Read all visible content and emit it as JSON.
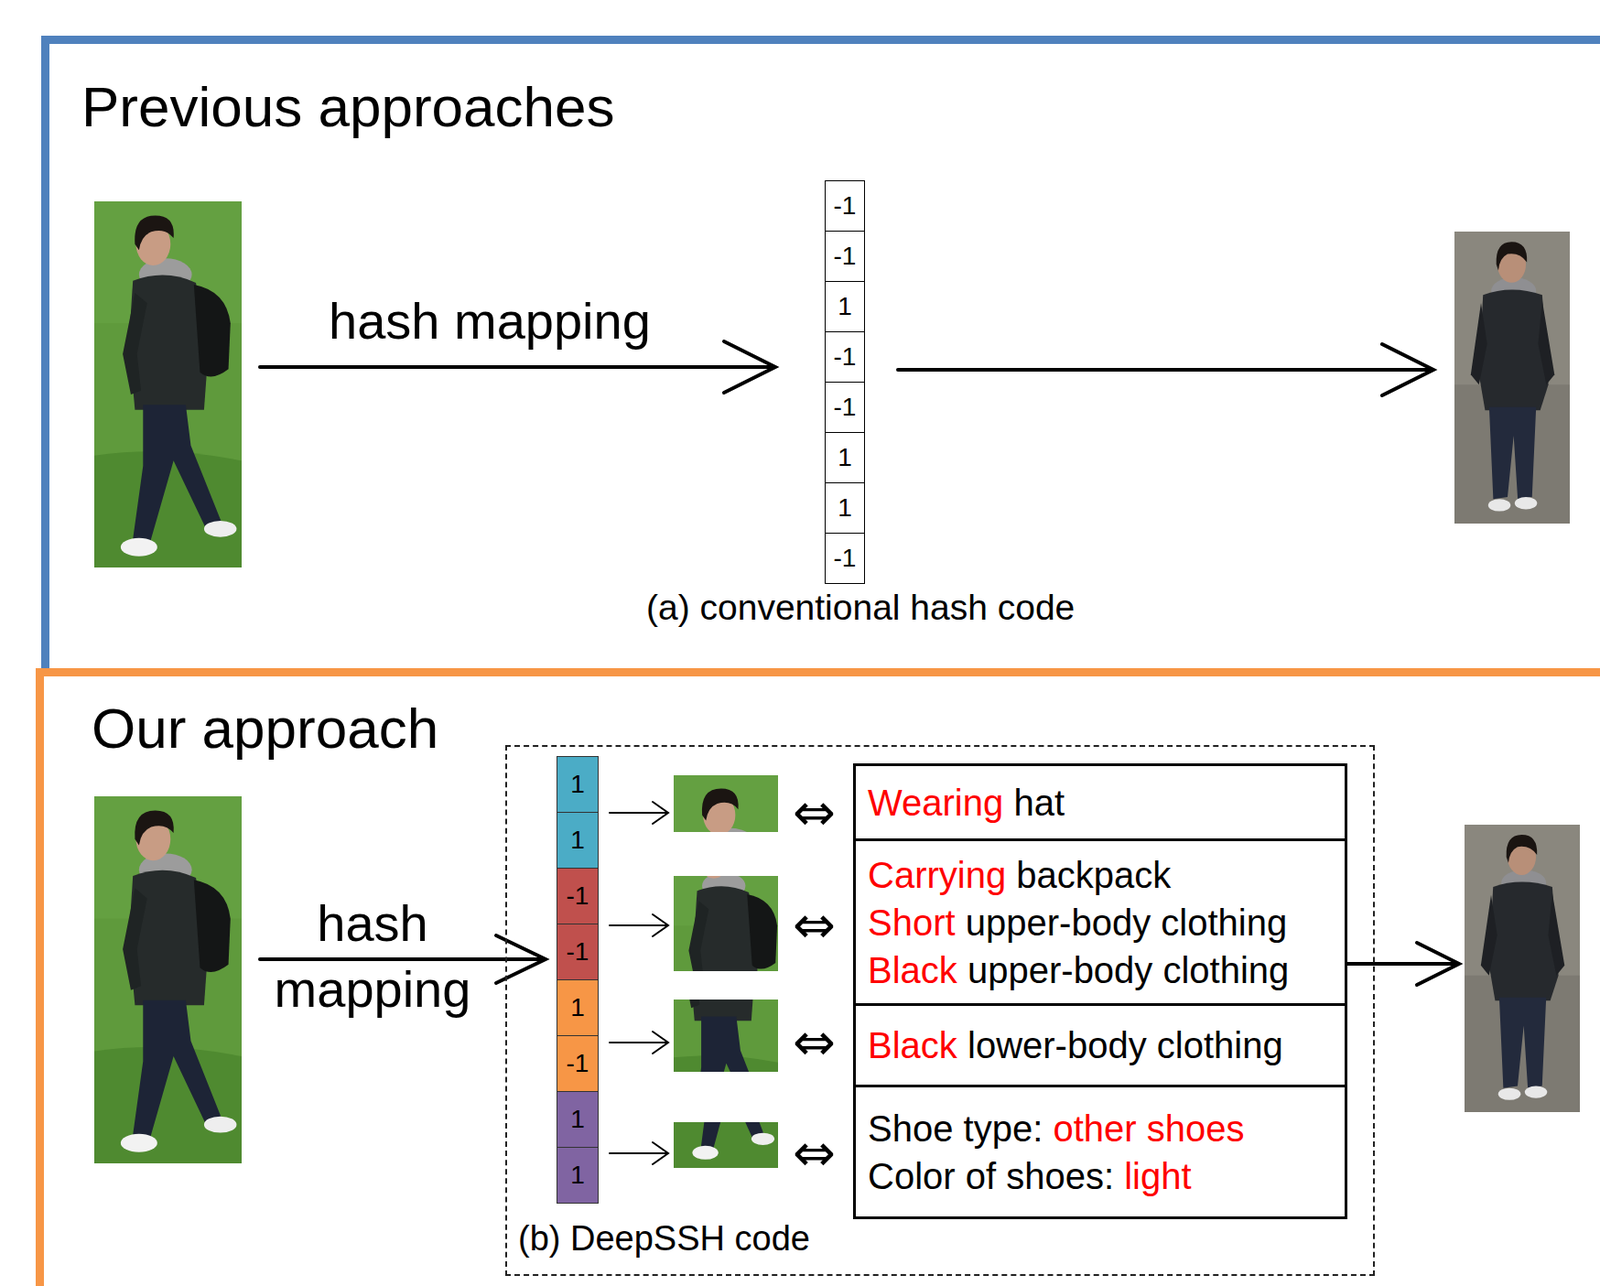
{
  "diagram": {
    "nodes": [
      {
        "text": [
          "Previous approaches"
        ]
      },
      {
        "text": [
          "-1"
        ],
        "in": 0
      },
      {
        "text": [
          "-1"
        ],
        "in": 0
      },
      {
        "text": [
          "1"
        ],
        "in": 0
      },
      {
        "text": [
          "-1"
        ],
        "in": 0
      },
      {
        "text": [
          "-1"
        ],
        "in": 0
      },
      {
        "text": [
          "1"
        ],
        "in": 0
      },
      {
        "text": [
          "1"
        ],
        "in": 0
      },
      {
        "text": [
          "-1"
        ],
        "in": 0
      },
      {
        "text": [
          "Our approach"
        ]
      },
      {
        "text": [
          "(b) DeepSSH code"
        ],
        "in": 9
      },
      {
        "text": [
          "1"
        ],
        "in": 10
      },
      {
        "text": [
          "1"
        ],
        "in": 10
      },
      {
        "text": [
          "-1"
        ],
        "in": 10
      },
      {
        "text": [
          "-1"
        ],
        "in": 10
      },
      {
        "text": [
          "1"
        ],
        "in": 10
      },
      {
        "text": [
          "-1"
        ],
        "in": 10
      },
      {
        "text": [
          "1"
        ],
        "in": 10
      },
      {
        "text": [
          "1"
        ],
        "in": 10
      },
      {
        "text": [
          "Wearing",
          "hat"
        ],
        "in": 10
      },
      {
        "text": [
          "Carrying",
          "backpack",
          "Short",
          "upper-body clothing",
          "Black",
          "upper-body clothing"
        ],
        "in": 10
      },
      {
        "text": [
          "Black",
          "lower-body clothing"
        ],
        "in": 10
      },
      {
        "text": [
          "Shoe type:",
          "other shoes",
          "Color of shoes:",
          "light"
        ],
        "in": 10
      }
    ],
    "labels": [
      "hash mapping",
      "(a) conventional hash code",
      "hash mapping",
      "⇔",
      "⇔",
      "⇔",
      "⇔"
    ]
  }
}
